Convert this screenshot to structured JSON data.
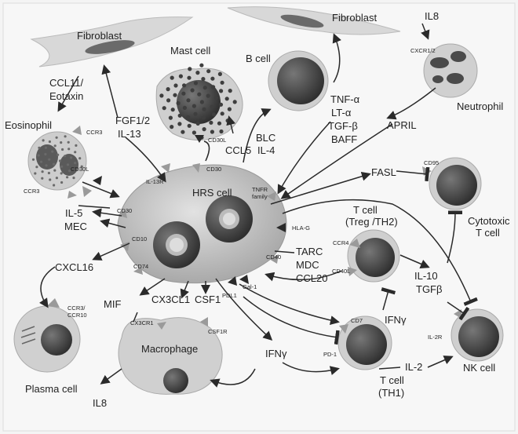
{
  "cells": {
    "fibroblast_left": "Fibroblast",
    "fibroblast_right": "Fibroblast",
    "mast_cell": "Mast cell",
    "b_cell": "B cell",
    "neutrophil": "Neutrophil",
    "eosinophil": "Eosinophil",
    "hrs_cell": "HRS cell",
    "plasma_cell": "Plasma cell",
    "macrophage": "Macrophage",
    "cytotoxic_t_line1": "Cytotoxic",
    "cytotoxic_t_line2": "T cell",
    "t_treg_line1": "T cell",
    "t_treg_line2": "(Treg /TH2)",
    "t_th1_line1": "T cell",
    "t_th1_line2": "(TH1)",
    "nk_cell": "NK cell"
  },
  "mediators": {
    "il8_top": "IL8",
    "ccl11_line1": "CCL11/",
    "ccl11_line2": "Eotaxin",
    "fgf_line1": "FGF1/2",
    "fgf_line2": "IL-13",
    "ccl5": "CCL5",
    "blc_line1": "BLC",
    "blc_line2": "IL-4",
    "tnf": "TNF-α",
    "lt": "LT-α",
    "tgf": "TGF-β",
    "baff": "BAFF",
    "april": "APRIL",
    "fasl": "FASL",
    "il5": "IL-5",
    "mec": "MEC",
    "cxcl16": "CXCL16",
    "tarc": "TARC",
    "mdc": "MDC",
    "ccl20": "CCL20",
    "il10": "IL-10",
    "tgfb": "TGFβ",
    "ifng_right": "IFNγ",
    "mif": "MIF",
    "cx3cl1": "CX3CL1",
    "csf1": "CSF1",
    "ifng_bottom": "IFNγ",
    "il2": "IL-2",
    "il8_bottom": "IL8"
  },
  "receptors": {
    "cxcr12": "CXCR1/2",
    "ccr3_top": "CCR3",
    "ccr3_bottom": "CCR3",
    "cd30l_eos": "CD30L",
    "cd30l_mast": "CD30L",
    "cd30": "CD30",
    "il13r": "IL-13R",
    "tnfr_line1": "TNFR",
    "tnfr_line2": "family",
    "cd95": "CD95",
    "cd30_left": "CD30",
    "cd10": "CD10",
    "cd74": "CD74",
    "hla_g": "HLA-G",
    "ccr4": "CCR4",
    "cd40": "CD40",
    "cd40l": "CD40L",
    "ccr3_ccr10_line1": "CCR3/",
    "ccr3_ccr10_line2": "CCR10",
    "cx3cr1": "CX3CR1",
    "csf1r": "CSF1R",
    "pdl1": "PDL1",
    "gal1": "Gal-1",
    "cd7": "CD7",
    "pd1": "PD-1",
    "il2r": "IL-2R"
  },
  "colors": {
    "cell_body": "#c9c9c9",
    "nucleus": "#4a4a4a",
    "receptor": "#9a9a9a",
    "line": "#2a2a2a"
  }
}
